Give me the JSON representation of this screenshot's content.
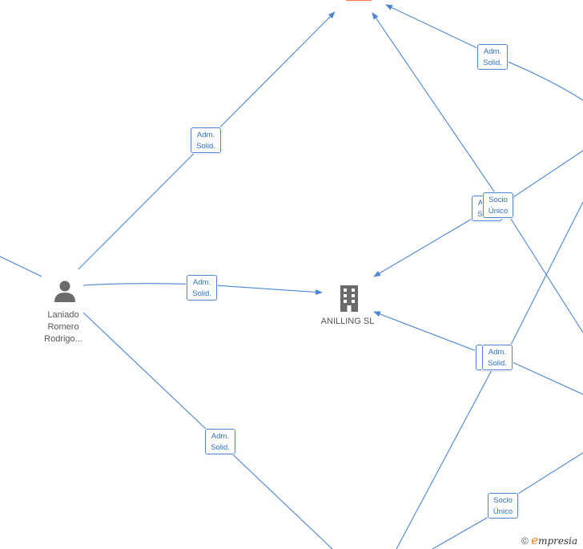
{
  "nodes": {
    "person": {
      "caption_lines": [
        "Laniado",
        "Romero",
        "Rodrigo..."
      ],
      "icon": "person-icon"
    },
    "company": {
      "caption": "ANILLING  SL",
      "icon": "building-icon"
    }
  },
  "relations": [
    {
      "line1": "Adm.",
      "line2": "Solid."
    },
    {
      "line1": "Adm.",
      "line2": "Solid."
    },
    {
      "line1": "Adm.",
      "line2": "Solid."
    },
    {
      "line1": "Adm.",
      "line2": "Solid."
    },
    {
      "line1": "Adm.",
      "line2": "Solid."
    },
    {
      "line1": "Socio",
      "line2": "Único"
    },
    {
      "line1": "Adm.",
      "line2": "Solid."
    },
    {
      "line1": "Socio",
      "line2": "Único"
    }
  ],
  "footer": {
    "copyright": "©",
    "brand_initial": "e",
    "brand_rest": "mpresia"
  },
  "colors": {
    "edge": "#4a86d4",
    "label_text": "#2f6fc2",
    "icon": "#6b6b6b",
    "highlight_node": "#f07a4a",
    "brand": "#f07a1a"
  }
}
